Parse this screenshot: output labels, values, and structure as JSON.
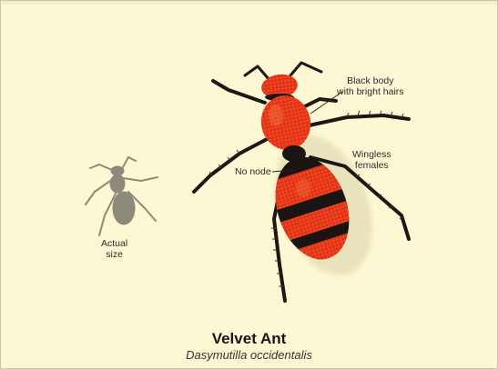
{
  "figure": {
    "title": "Velvet Ant",
    "scientific_name": "Dasymutilla occidentalis",
    "labels": {
      "actual_size": [
        "Actual",
        "size"
      ],
      "black_body": [
        "Black body",
        "with bright hairs"
      ],
      "no_node": "No node",
      "wingless": [
        "Wingless",
        "females"
      ]
    }
  },
  "colors": {
    "background": "#fdf8d4",
    "ant_red": "#e8361a",
    "ant_black": "#1a1412",
    "silhouette": "#8d8a7c"
  }
}
